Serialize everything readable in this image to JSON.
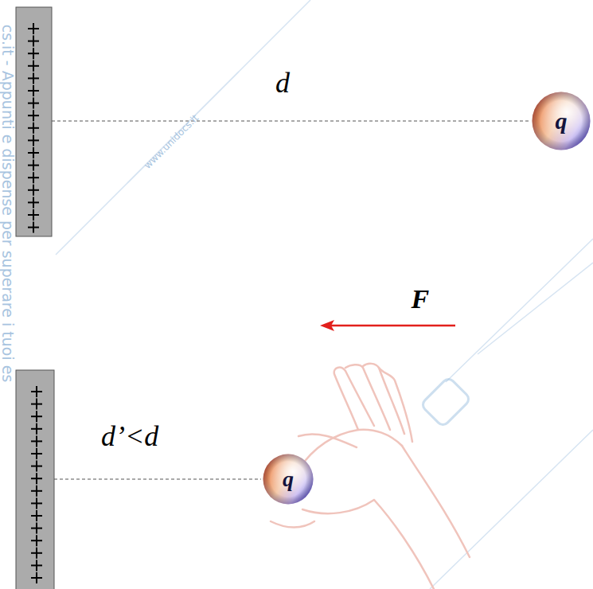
{
  "diagram": {
    "nodes": [
      {
        "text": [
          "q"
        ]
      },
      {
        "text": [
          "q"
        ]
      }
    ],
    "labels": [
      "d",
      "F",
      "d’<d",
      "www.unidocs.it",
      "cs.it - Appunti e dispense per superare i tuoi es"
    ]
  }
}
